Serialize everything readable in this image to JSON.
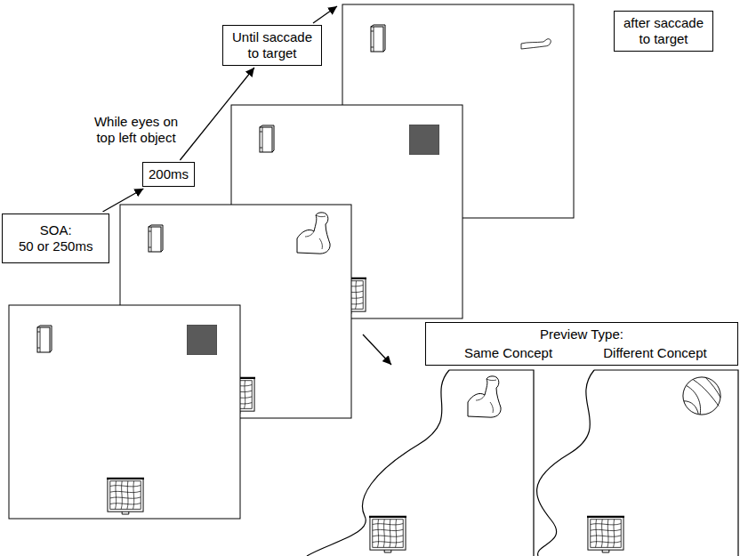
{
  "diagram": {
    "nodes": [
      {
        "text": [
          "SOA:",
          "50 or 250ms"
        ]
      },
      {
        "text": [
          "200ms"
        ]
      },
      {
        "text": [
          "Until saccade to target"
        ]
      },
      {
        "text": [
          "after saccade to target"
        ]
      },
      {
        "text": [
          "Preview Type:",
          "Same Concept",
          "Different Concept"
        ]
      }
    ],
    "edges": [
      {
        "from": 0,
        "to": 1,
        "arrow": "to"
      },
      {
        "from": 1,
        "to": 2,
        "arrow": "to"
      }
    ],
    "labels": [
      "While eyes on top left object"
    ]
  }
}
